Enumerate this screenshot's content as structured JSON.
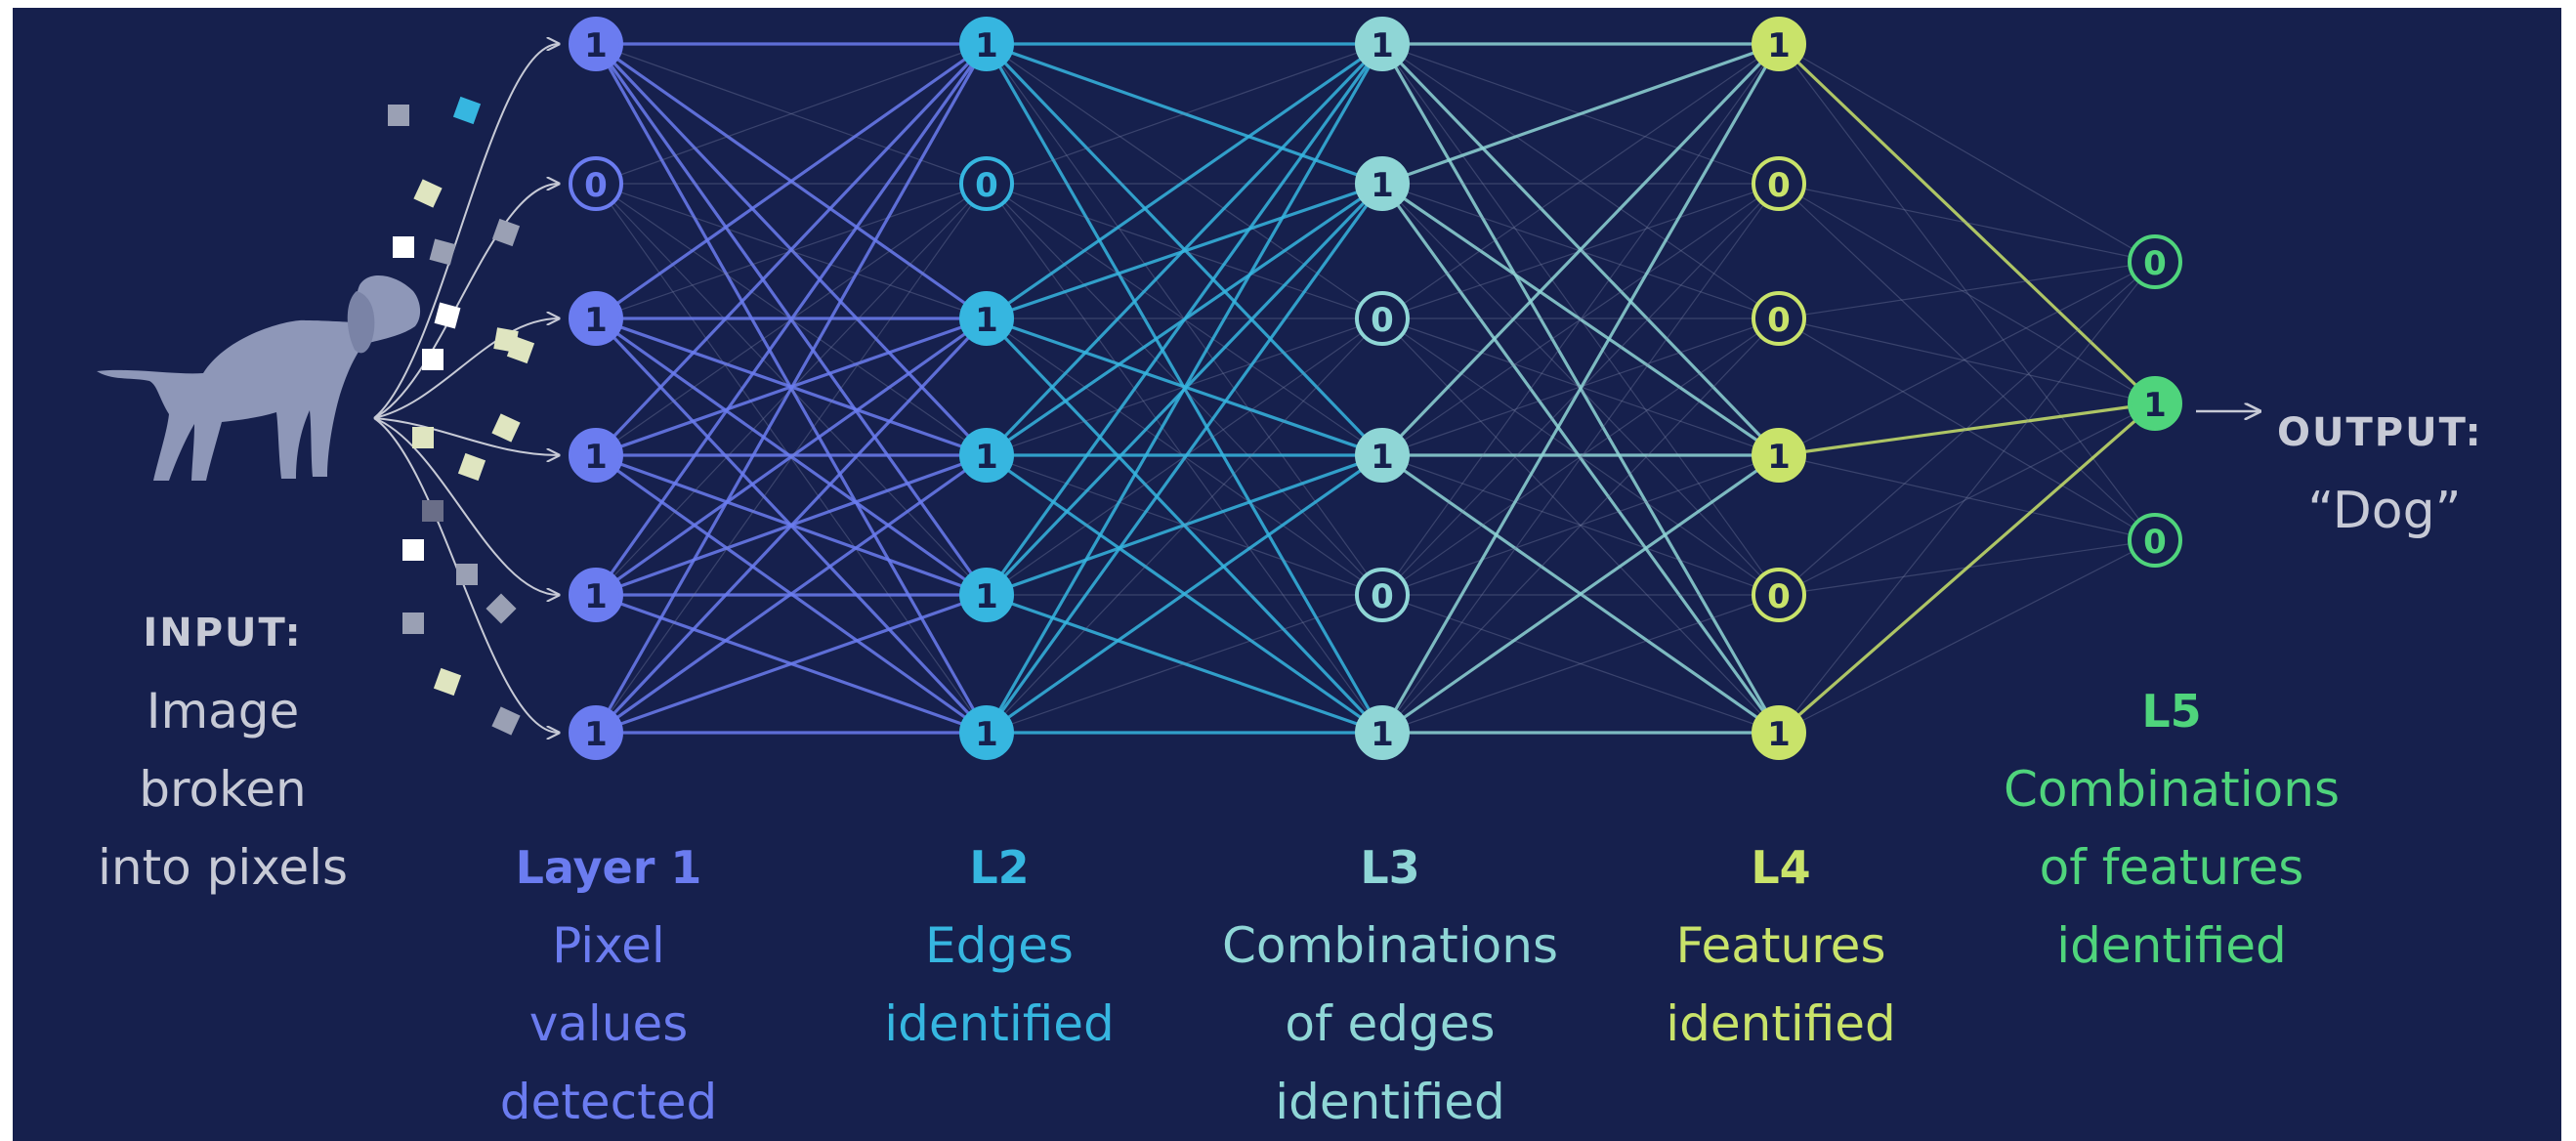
{
  "colors": {
    "background": "#16204d",
    "layer1": "#6b7cf0",
    "layer2": "#36b6e0",
    "layer3": "#8fd6d6",
    "layer4": "#c9e36a",
    "layer5": "#4fd47c",
    "input_text": "#c7cad6",
    "dog": "#8e97b8"
  },
  "input": {
    "title": "INPUT:",
    "lines": [
      "Image",
      "broken",
      "into pixels"
    ]
  },
  "output": {
    "title": "OUTPUT:",
    "value": "“Dog”"
  },
  "layers": [
    {
      "key": "l1",
      "title": "Layer 1",
      "lines": [
        "Pixel",
        "values",
        "detected"
      ],
      "nodes": [
        "1",
        "0",
        "1",
        "1",
        "1",
        "1"
      ]
    },
    {
      "key": "l2",
      "title": "L2",
      "lines": [
        "Edges",
        "identified"
      ],
      "nodes": [
        "1",
        "0",
        "1",
        "1",
        "1",
        "1"
      ]
    },
    {
      "key": "l3",
      "title": "L3",
      "lines": [
        "Combinations",
        "of edges",
        "identified"
      ],
      "nodes": [
        "1",
        "1",
        "0",
        "1",
        "0",
        "1"
      ]
    },
    {
      "key": "l4",
      "title": "L4",
      "lines": [
        "Features",
        "identified"
      ],
      "nodes": [
        "1",
        "0",
        "0",
        "1",
        "0",
        "1"
      ]
    },
    {
      "key": "l5",
      "title": "L5",
      "lines": [
        "Combinations",
        "of features",
        "identified"
      ],
      "nodes": [
        "0",
        "1",
        "0"
      ]
    }
  ]
}
